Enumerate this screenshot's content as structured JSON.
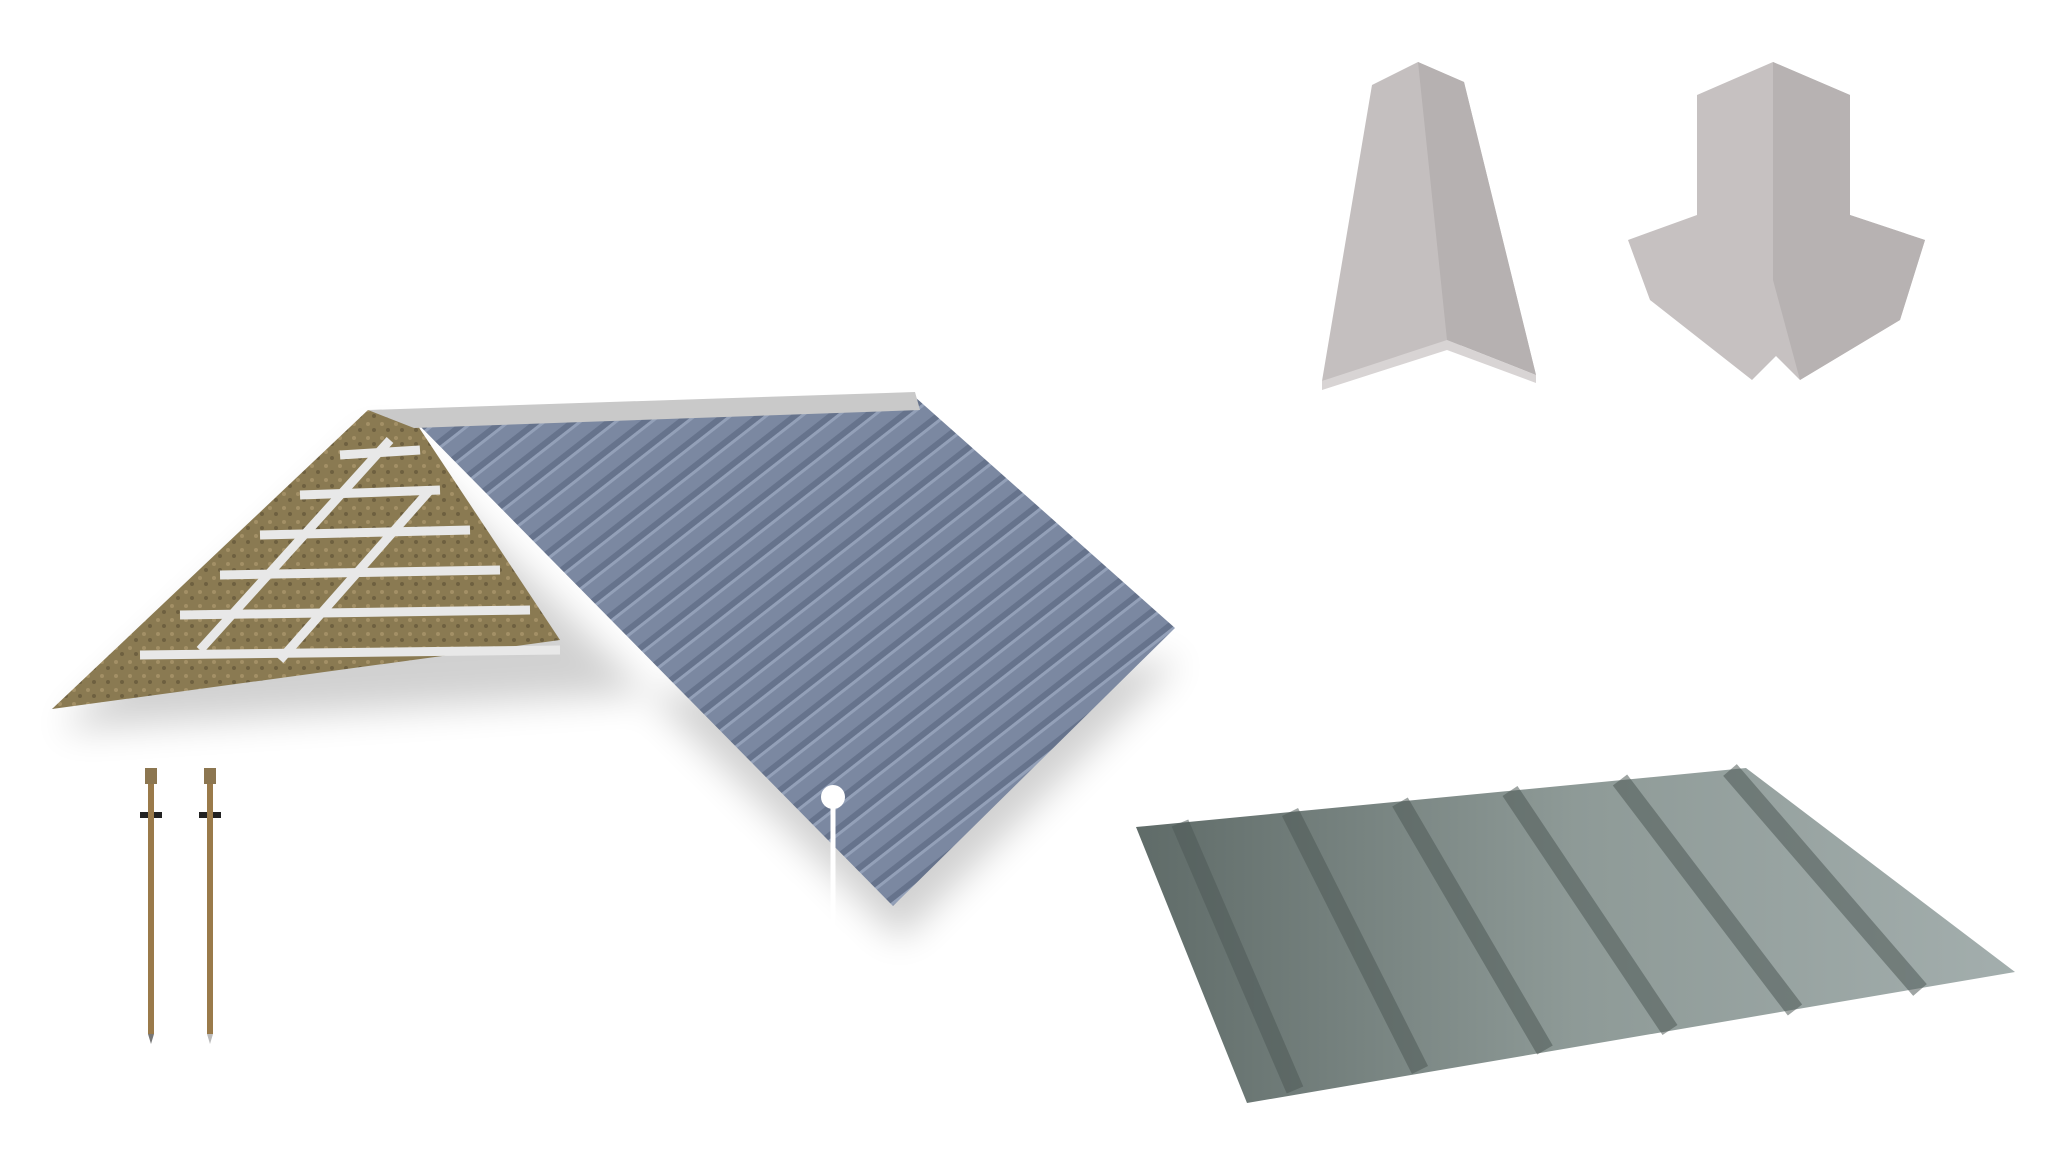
{
  "colors": {
    "background": "#ffffff",
    "roof_sheet": "#7d8aa3",
    "roof_sheet_dark": "#65728a",
    "ridge_cap": "#c9c5c5",
    "insulation": "#8a7a52",
    "purlin": "#e6e6e6",
    "corrugated_sheet": "#8e9a97",
    "corrugated_dark": "#5f6b68",
    "screw": "#9a7a4a",
    "callout": "#ffffff"
  },
  "icons": [
    "roof-assembly-illustration",
    "ridge-cap-illustration",
    "hip-cap-illustration",
    "corrugated-sheet-illustration",
    "screw-illustration",
    "callout-marker"
  ]
}
